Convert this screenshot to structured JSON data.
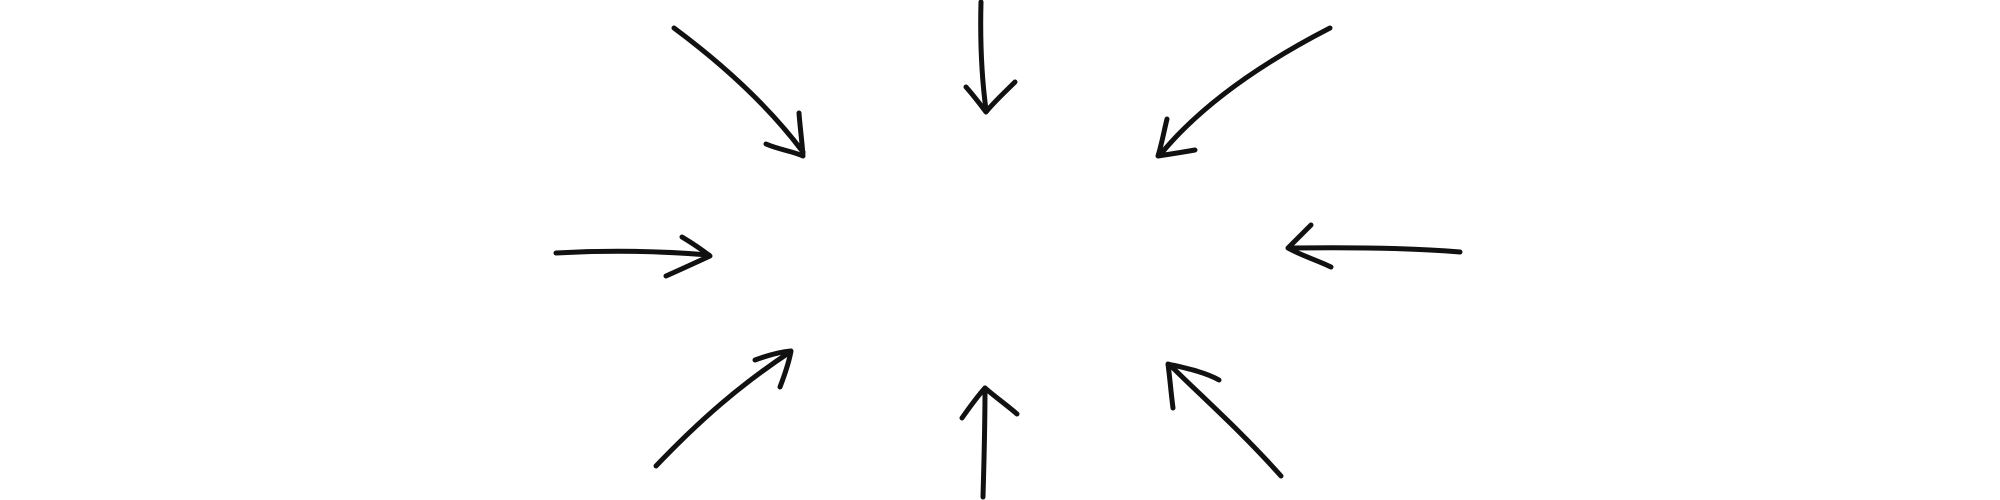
{
  "diagram": {
    "style": "hand-drawn",
    "stroke_color": "#111111",
    "background_color": "#ffffff",
    "focus": "center",
    "arrows": [
      {
        "name": "arrow-from-top-left",
        "direction": "down-right"
      },
      {
        "name": "arrow-from-top",
        "direction": "down"
      },
      {
        "name": "arrow-from-top-right",
        "direction": "down-left"
      },
      {
        "name": "arrow-from-left",
        "direction": "right"
      },
      {
        "name": "arrow-from-right",
        "direction": "left"
      },
      {
        "name": "arrow-from-bottom-left",
        "direction": "up-right"
      },
      {
        "name": "arrow-from-bottom",
        "direction": "up"
      },
      {
        "name": "arrow-from-bottom-right",
        "direction": "up-left"
      }
    ]
  }
}
